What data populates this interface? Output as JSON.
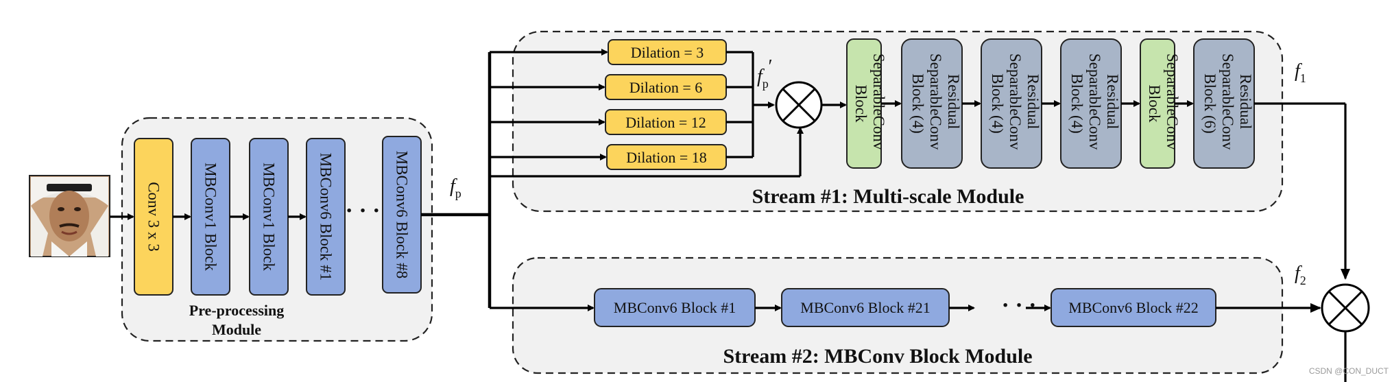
{
  "input_image": {
    "icon": "face-photo-icon"
  },
  "preprocessing": {
    "title_line1": "Pre-processing",
    "title_line2": "Module",
    "blocks": [
      "Conv 3 x 3",
      "MBConv1 Block",
      "MBConv1 Block",
      "MBConv6 Block #1",
      "MBConv6  Block  #8"
    ],
    "ellipsis": "· · ·"
  },
  "labels": {
    "fp_main": "f",
    "fp_sub": "p",
    "fp_prime_main": "f",
    "fp_prime_sub": "p",
    "fp_prime_mark": "′",
    "f1_main": "f",
    "f1_sub": "1",
    "f2_main": "f",
    "f2_sub": "2"
  },
  "stream1": {
    "title": "Stream #1: Multi-scale  Module",
    "dilations": [
      "Dilation = 3",
      "Dilation = 6",
      "Dilation = 12",
      "Dilation = 18"
    ],
    "blocks": [
      {
        "lines": [
          "SeparableConv",
          "Block"
        ]
      },
      {
        "lines": [
          "Residual",
          "SeparableConv",
          "Block (4)"
        ]
      },
      {
        "lines": [
          "Residual",
          "SeparableConv",
          "Block (4)"
        ]
      },
      {
        "lines": [
          "Residual",
          "SeparableConv",
          "Block (4)"
        ]
      },
      {
        "lines": [
          "SeparableConv",
          "Block"
        ]
      },
      {
        "lines": [
          "Residual",
          "SeparableConv",
          "Block (6)"
        ]
      }
    ]
  },
  "stream2": {
    "title": "Stream #2: MBConv Block Module",
    "blocks": [
      "MBConv6 Block #1",
      "MBConv6 Block #21",
      "MBConv6 Block #22"
    ],
    "ellipsis": "· · ·"
  },
  "operators": {
    "icon": "multiply-circle-icon"
  },
  "watermark": "CSDN @CON_DUCT",
  "colors": {
    "conv_block": "#fcd45c",
    "mbconv_block": "#8fa9df",
    "separable_block": "#c6e4ad",
    "residual_block": "#a8b5c8",
    "region_fill": "#f1f1f1"
  }
}
